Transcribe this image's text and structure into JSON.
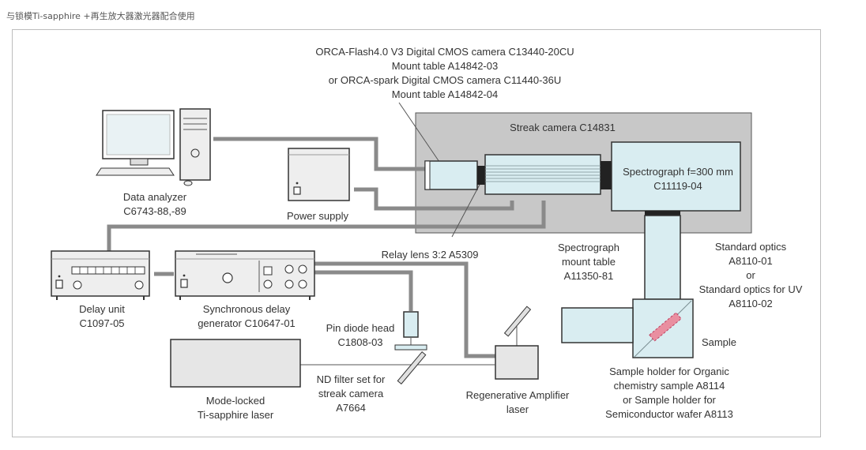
{
  "page": {
    "caption": "与锁模Ti-sapphire +再生放大器激光器配合使用"
  },
  "labels": {
    "camera": [
      "ORCA-Flash4.0 V3 Digital CMOS camera C13440-20CU",
      "Mount table A14842-03",
      "or ORCA-spark Digital CMOS camera C11440-36U",
      "Mount table A14842-04"
    ],
    "streak_camera": [
      "Streak camera C14831"
    ],
    "spectrograph": [
      "Spectrograph f=300 mm",
      "C11119-04"
    ],
    "data_analyzer": [
      "Data analyzer",
      "C6743-88,-89"
    ],
    "power_supply": [
      "Power supply"
    ],
    "relay_lens": [
      "Relay lens 3:2 A5309"
    ],
    "spectrograph_mount": [
      "Spectrograph",
      "mount table",
      "A11350-81"
    ],
    "standard_optics": [
      "Standard optics",
      "A8110-01",
      "or",
      "Standard optics for UV",
      "A8110-02"
    ],
    "delay_unit": [
      "Delay unit",
      "C1097-05"
    ],
    "sync_delay": [
      "Synchronous delay",
      "generator C10647-01"
    ],
    "pin_diode": [
      "Pin diode head",
      "C1808-03"
    ],
    "sample": [
      "Sample"
    ],
    "nd_filter": [
      "ND filter set for",
      "streak camera",
      "A7664"
    ],
    "mode_locked": [
      "Mode-locked",
      "Ti-sapphire laser"
    ],
    "regen_amp": [
      "Regenerative Amplifier",
      "laser"
    ],
    "sample_holder": [
      "Sample holder for Organic",
      "chemistry sample A8114",
      "or Sample holder for",
      "Semiconductor wafer A8113"
    ]
  },
  "colors": {
    "device_fill": "#e6e6e6",
    "camera_fill": "#d9edf1",
    "cable": "#8a8a8a",
    "stage": "#c8c8c8",
    "sample_mark": "#e98fa0"
  }
}
